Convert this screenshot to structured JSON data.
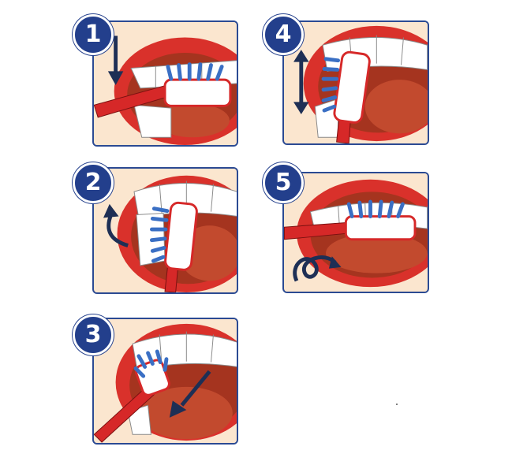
{
  "steps": [
    {
      "number": "1",
      "motion": "down-arrow"
    },
    {
      "number": "2",
      "motion": "curved-arrow"
    },
    {
      "number": "3",
      "motion": "diagonal-arrow"
    },
    {
      "number": "4",
      "motion": "up-down-arrow"
    },
    {
      "number": "5",
      "motion": "circular-arrow"
    }
  ],
  "colors": {
    "badge": "#233f8c",
    "frame": "#2b4a93",
    "lips": "#d9312b",
    "mouth_inside": "#a5341f",
    "tongue": "#c24a2e",
    "teeth": "#ffffff",
    "brush_handle": "#d62828",
    "bristles": "#3a6fc4",
    "toothpaste": "#ffffff",
    "skin": "#fbe6cf",
    "arrow": "#1e2f55"
  }
}
